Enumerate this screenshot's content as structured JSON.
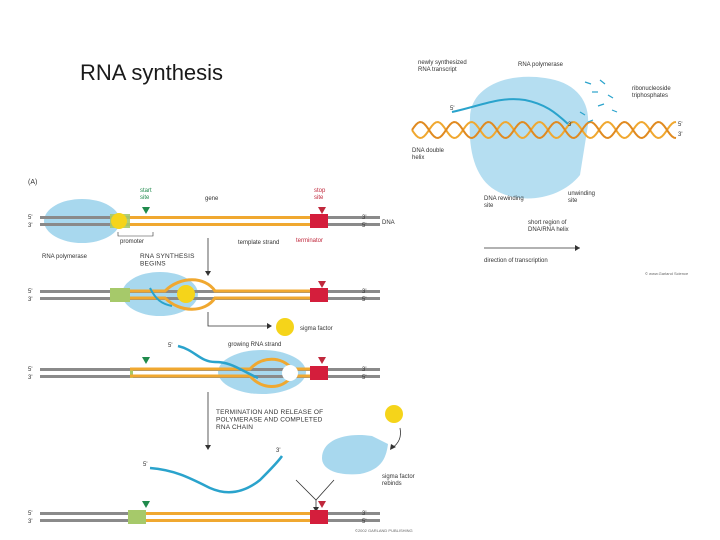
{
  "title": "RNA synthesis",
  "panel_b": {
    "nascent_rna": "newly synthesized\nRNA transcript",
    "rna_polymerase": "RNA polymerase",
    "nucleotides": "ribonucleoside\ntriphosphates",
    "dna_helix": "DNA double\nhelix",
    "rewinding": "DNA rewinding\nsite",
    "unwinding": "unwinding\nsite",
    "hybrid": "short region of\nDNA/RNA helix",
    "direction": "direction of transcription",
    "five_prime": "5'",
    "three_prime": "3'",
    "end_5": "5'",
    "end_3": "3'",
    "copyright": "© www.Garland Science"
  },
  "panel_a": {
    "panel_label": "(A)",
    "start_site": "start\nsite",
    "gene": "gene",
    "stop_site": "stop\nsite",
    "dna": "DNA",
    "promoter": "promoter",
    "template_strand": "template strand",
    "terminator": "terminator",
    "rna_polymerase": "RNA polymerase",
    "step1": "RNA SYNTHESIS\nBEGINS",
    "sigma_factor": "sigma factor",
    "growing_rna": "growing RNA strand",
    "step2": "TERMINATION AND RELEASE OF\nPOLYMERASE AND COMPLETED\nRNA CHAIN",
    "sigma_rebinds": "sigma factor\nrebinds",
    "five": "5'",
    "three": "3'",
    "rna5": "5'",
    "rna3": "3'",
    "copyright": "©2002 GARLAND PUBLISHING"
  },
  "colors": {
    "dna_gray": "#8a8a8a",
    "gene_orange": "#f0a830",
    "promoter_green": "#a6c96a",
    "terminator_red": "#d41e3c",
    "polymerase_blue": "#a8d8ee",
    "rna_blue": "#2aa3cc",
    "sigma_yellow": "#f5d41a"
  }
}
